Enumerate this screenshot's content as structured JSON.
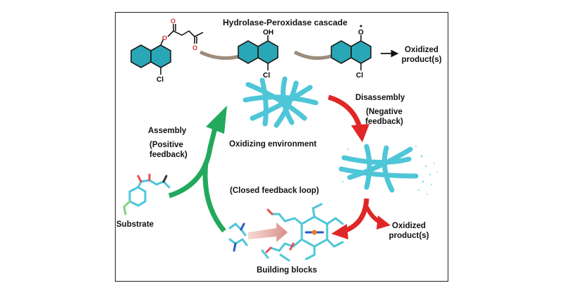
{
  "title": "Hydrolase-Peroxidase cascade",
  "cascade": {
    "oh_label": "OH",
    "o_radical_label": "O",
    "cl_label": "Cl",
    "ester_o_label": "O",
    "final_product": [
      "Oxidized",
      "product(s)"
    ]
  },
  "loop": {
    "assembly": "Assembly",
    "positive_feedback": [
      "(Positive",
      "feedback)"
    ],
    "disassembly": "Disassembly",
    "negative_feedback": [
      "(Negative",
      "feedback)"
    ],
    "center": "Oxidizing environment",
    "closed": "(Closed feedback loop)",
    "substrate": "Substrate",
    "building_blocks": "Building blocks",
    "oxidized_product": [
      "Oxidized",
      "product(s)"
    ]
  },
  "colors": {
    "green_arrow": "#22a95b",
    "red_arrow": "#e02626",
    "brown_arrow": "#9e8c7c",
    "cyan_fiber": "#4ec6d8",
    "ring_teal": "#2aa7b6"
  }
}
